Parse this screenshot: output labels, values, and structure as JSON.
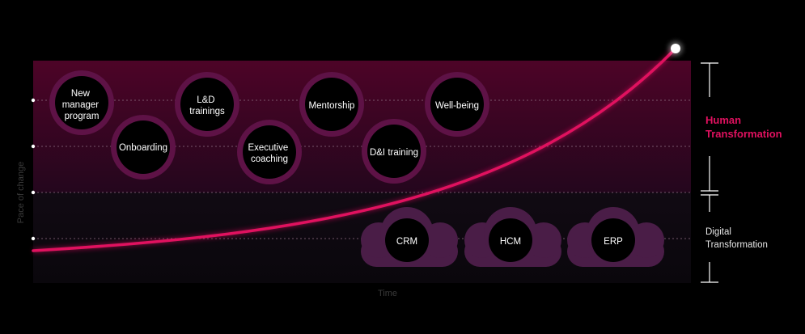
{
  "axes": {
    "x_label": "Time",
    "y_label": "Pace of change"
  },
  "human_bubbles": [
    {
      "id": "new-manager-program",
      "lines": [
        "New",
        "manager",
        "program"
      ]
    },
    {
      "id": "onboarding",
      "lines": [
        "Onboarding"
      ]
    },
    {
      "id": "ld-trainings",
      "lines": [
        "L&D",
        "trainings"
      ]
    },
    {
      "id": "executive-coaching",
      "lines": [
        "Executive",
        "coaching"
      ]
    },
    {
      "id": "mentorship",
      "lines": [
        "Mentorship"
      ]
    },
    {
      "id": "di-training",
      "lines": [
        "D&I training"
      ]
    },
    {
      "id": "well-being",
      "lines": [
        "Well-being"
      ]
    }
  ],
  "digital_clouds": [
    {
      "id": "crm",
      "label": "CRM"
    },
    {
      "id": "hcm",
      "label": "HCM"
    },
    {
      "id": "erp",
      "label": "ERP"
    }
  ],
  "side_labels": {
    "human": [
      "Human",
      "Transformation"
    ],
    "digital": [
      "Digital",
      "Transformation"
    ]
  },
  "colors": {
    "accent": "#e0115f",
    "human_band_top": "#4a0425",
    "human_band_bottom": "#22051a",
    "digital_band": "#0d0810",
    "bubble_ring": "#5e1246",
    "cloud_fill": "#4a1d47"
  }
}
